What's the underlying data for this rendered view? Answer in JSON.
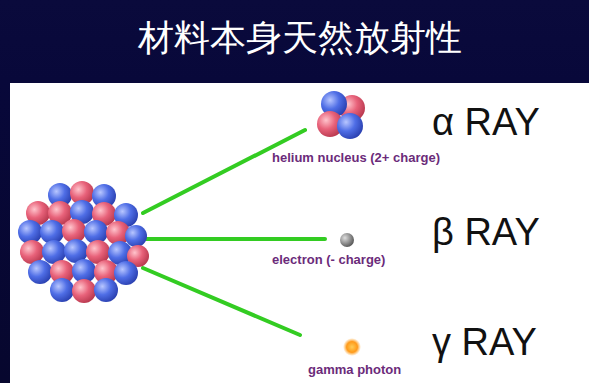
{
  "diagram": {
    "title": "材料本身天然放射性",
    "labels": [
      "helium nucleus (2+ charge)",
      "α RAY",
      "electron (- charge)",
      "β RAY",
      "gamma photon",
      "γ RAY"
    ]
  }
}
